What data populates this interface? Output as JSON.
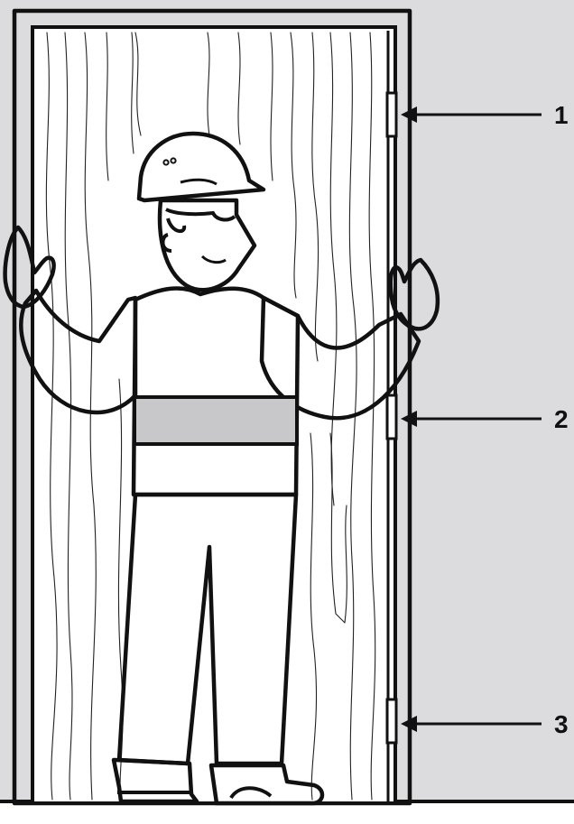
{
  "colors": {
    "wall": "#dcdcde",
    "door": "#ffffff",
    "belt": "#c8c8ca",
    "line": "#111111"
  },
  "callouts": [
    {
      "number": "1",
      "meaning_icon": "hinge-icon"
    },
    {
      "number": "2",
      "meaning_icon": "hinge-icon"
    },
    {
      "number": "3",
      "meaning_icon": "hinge-icon"
    }
  ]
}
